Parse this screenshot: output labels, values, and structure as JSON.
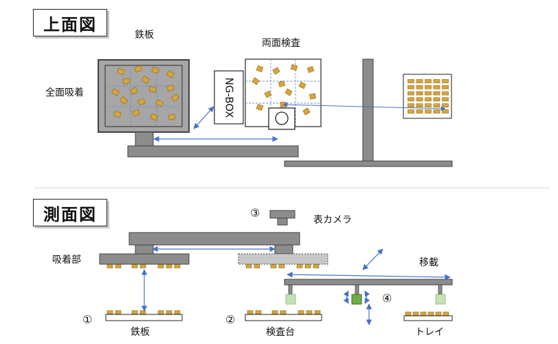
{
  "top_view": {
    "heading": "上面図",
    "iron_plate_label": "鉄板",
    "full_suction_label": "全面吸着",
    "ng_box_label": "NG-BOX",
    "double_inspection_label": "両面検査"
  },
  "side_view": {
    "heading": "測面図",
    "step3_num": "③",
    "front_camera_label": "表カメラ",
    "suction_unit_label": "吸着部",
    "transfer_label": "移載",
    "step4_num": "④",
    "step1_num": "①",
    "iron_plate_label": "鉄板",
    "step2_num": "②",
    "inspection_table_label": "検査台",
    "tray_label": "トレイ"
  },
  "colors": {
    "part_fill": "#d9a53a",
    "part_stroke": "#8a6510",
    "gray_bar": "#8c8c8c",
    "dark_frame": "#555555",
    "arrow": "#4472c4",
    "green_light": "#c5e0b4",
    "green_dark": "#70ad47",
    "dashed_grid": "#6f8fc8"
  }
}
